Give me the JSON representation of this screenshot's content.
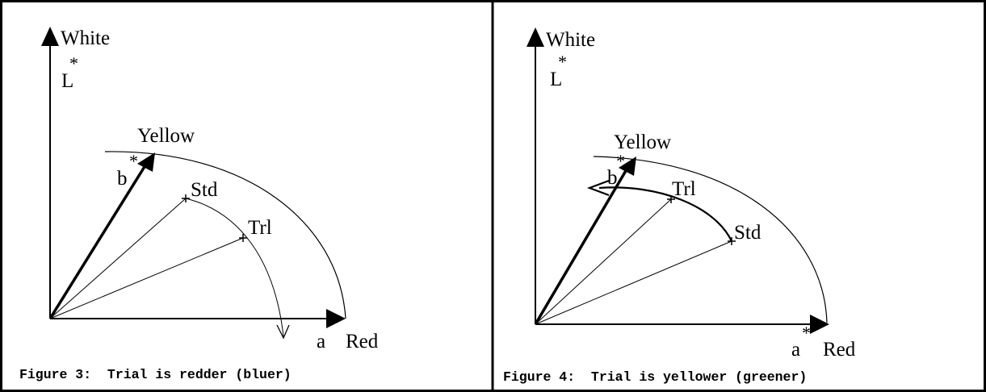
{
  "figures": [
    {
      "caption": "Figure 3:  Trial is redder (bluer)",
      "labels": {
        "white": "White",
        "l_letter": "L",
        "l_sup": "*",
        "yellow": "Yellow",
        "b_letter": "b",
        "b_sup": "*",
        "std": "Std",
        "trl": "Trl",
        "a_letter": "a",
        "a_sup": "*",
        "red": "Red"
      }
    },
    {
      "caption": "Figure 4:  Trial is yellower (greener)",
      "labels": {
        "white": "White",
        "l_letter": "L",
        "l_sup": "*",
        "yellow": "Yellow",
        "b_letter": "b",
        "b_sup": "*",
        "trl": "Trl",
        "std": "Std",
        "a_letter": "a",
        "a_sup": "*",
        "red": "Red"
      }
    }
  ]
}
